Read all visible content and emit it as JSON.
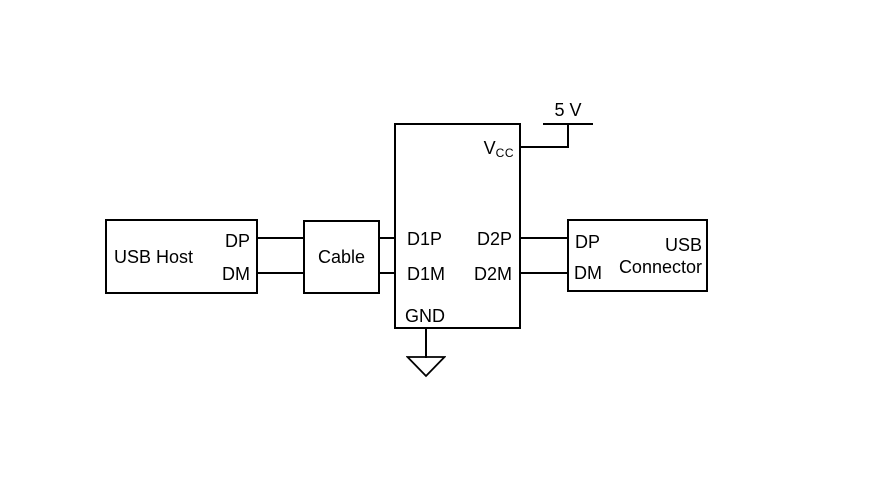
{
  "colors": {
    "line": "#000000",
    "background": "#ffffff"
  },
  "blocks": {
    "usb_host": {
      "label": "USB Host",
      "pin_dp": "DP",
      "pin_dm": "DM"
    },
    "cable": {
      "label": "Cable"
    },
    "ic": {
      "pin_vcc_main": "V",
      "pin_vcc_sub": "CC",
      "pin_d1p": "D1P",
      "pin_d2p": "D2P",
      "pin_d1m": "D1M",
      "pin_d2m": "D2M",
      "pin_gnd": "GND"
    },
    "usb_connector": {
      "pin_dp": "DP",
      "pin_dm": "DM",
      "label_line1": "USB",
      "label_line2": "Connector"
    }
  },
  "power": {
    "label": "5 V"
  }
}
